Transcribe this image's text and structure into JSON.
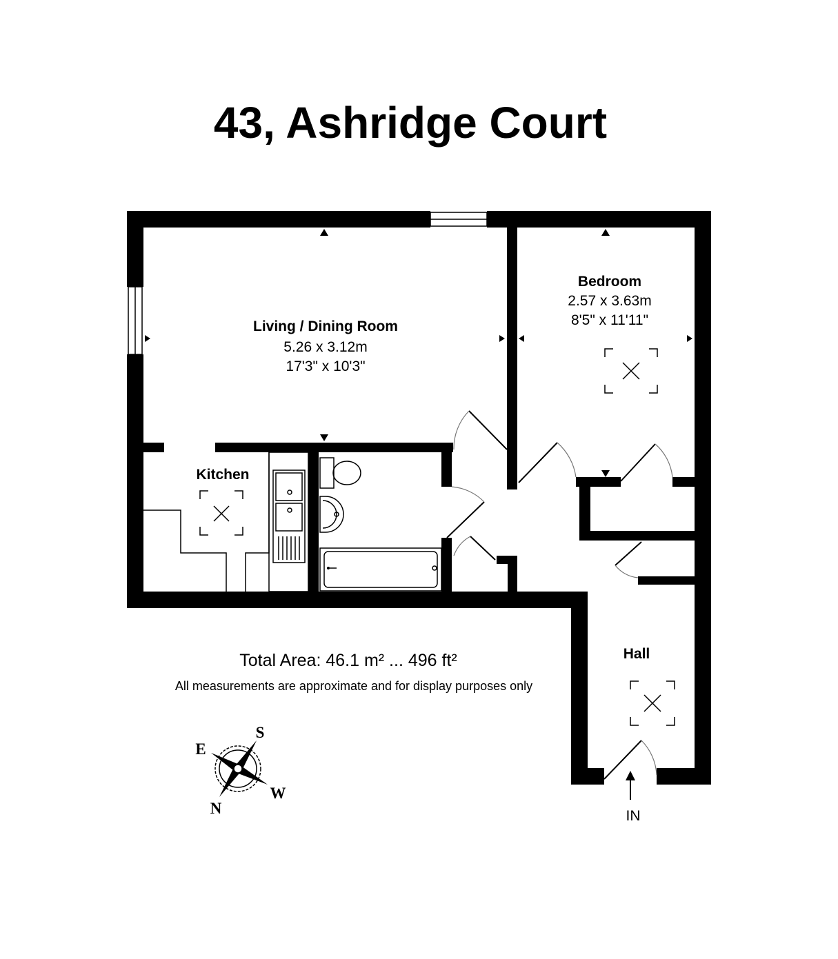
{
  "title": "43, Ashridge Court",
  "rooms": {
    "living": {
      "name": "Living / Dining Room",
      "metric": "5.26 x 3.12m",
      "imperial": "17'3\" x 10'3\""
    },
    "bedroom": {
      "name": "Bedroom",
      "metric": "2.57 x 3.63m",
      "imperial": "8'5\" x 11'11\""
    },
    "kitchen": {
      "name": "Kitchen"
    },
    "hall": {
      "name": "Hall"
    }
  },
  "total_area": "Total Area: 46.1 m² ... 496 ft²",
  "disclaimer": "All measurements are approximate and for display purposes only",
  "compass": {
    "s": "S",
    "w": "W",
    "n": "N",
    "e": "E"
  },
  "entrance_label": "IN"
}
